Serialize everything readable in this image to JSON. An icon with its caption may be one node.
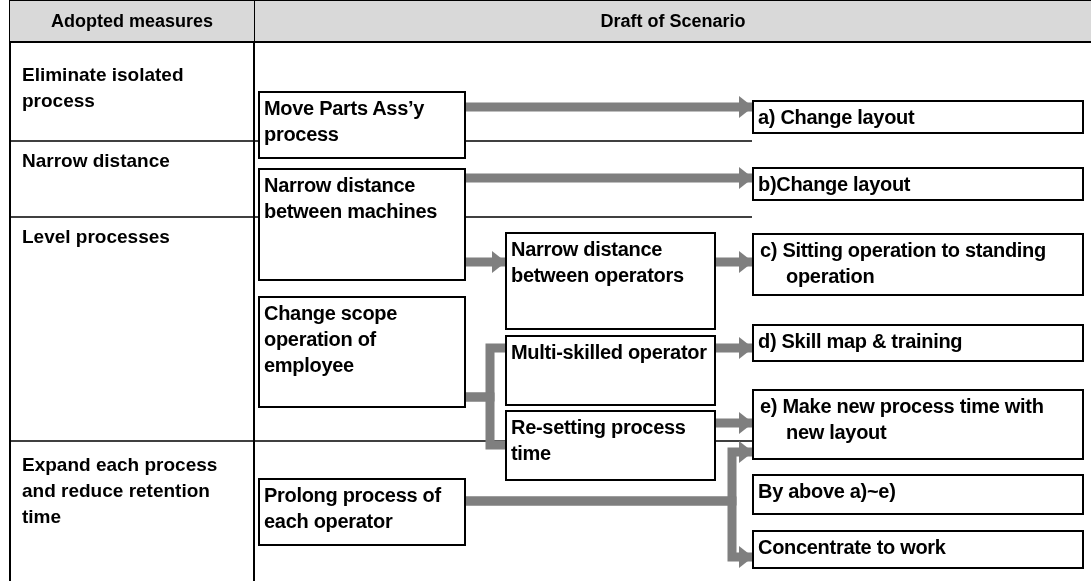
{
  "diagram": {
    "nodes": [
      {
        "text": [
          "Move Parts Ass’y process"
        ]
      },
      {
        "text": [
          "a) Change layout"
        ]
      },
      {
        "text": [
          "Narrow distance between machines"
        ]
      },
      {
        "text": [
          "b)Change layout"
        ]
      },
      {
        "text": [
          "Narrow distance between operators"
        ]
      },
      {
        "text": [
          "c) Sitting operation to standing operation"
        ]
      },
      {
        "text": [
          "Change scope operation of employee"
        ]
      },
      {
        "text": [
          "Multi-skilled operator"
        ]
      },
      {
        "text": [
          "d) Skill map & training"
        ]
      },
      {
        "text": [
          "Re-setting process time"
        ]
      },
      {
        "text": [
          "e) Make new process time with new layout"
        ]
      },
      {
        "text": [
          "Prolong process of each operator"
        ]
      },
      {
        "text": [
          "By above a)~e)"
        ]
      },
      {
        "text": [
          "Concentrate to work"
        ]
      }
    ],
    "edges": [
      {
        "from": 0,
        "to": 1,
        "arrow": "to"
      },
      {
        "from": 2,
        "to": 3,
        "arrow": "to"
      },
      {
        "from": 2,
        "to": 4,
        "arrow": "to"
      },
      {
        "from": 4,
        "to": 5,
        "arrow": "to"
      },
      {
        "from": 6,
        "to": 7,
        "arrow": "none"
      },
      {
        "from": 6,
        "to": 9,
        "arrow": "none"
      },
      {
        "from": 7,
        "to": 8,
        "arrow": "to"
      },
      {
        "from": 9,
        "to": 10,
        "arrow": "to"
      },
      {
        "from": 11,
        "to": 10,
        "arrow": "to"
      },
      {
        "from": 11,
        "to": 13,
        "arrow": "to"
      }
    ],
    "labels": [
      "Adopted measures",
      "Draft of Scenario",
      "Eliminate isolated process",
      "Narrow distance",
      "Level processes",
      "Expand each process and reduce retention time"
    ]
  }
}
